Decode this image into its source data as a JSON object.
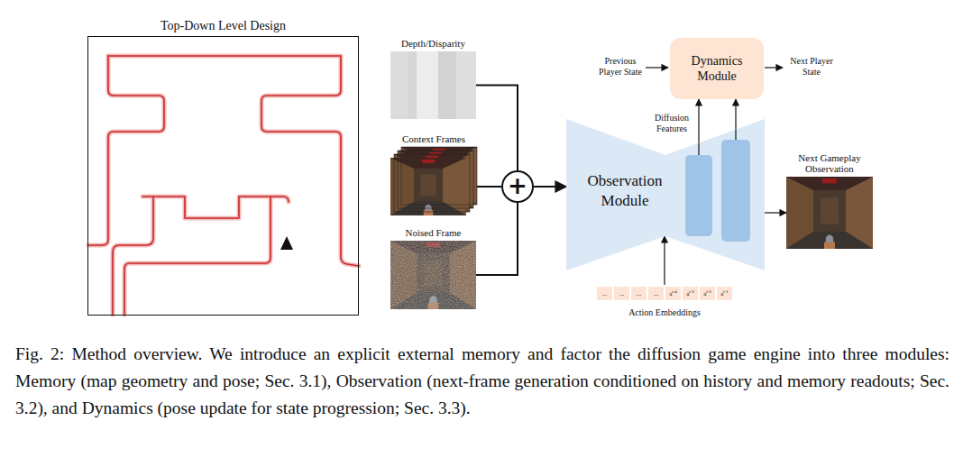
{
  "diagram": {
    "caption": "Fig. 2: Method overview. We introduce an explicit external memory and factor the diffusion game engine into three modules: Memory (map geometry and pose; Sec. 3.1), Observation (next-frame generation conditioned on history and memory readouts; Sec. 3.2), and Dynamics (pose update for state progression; Sec. 3.3).",
    "nodes": [
      {
        "text": [
          "Top-Down Level Design"
        ]
      },
      {
        "text": [
          "Depth/Disparity"
        ]
      },
      {
        "text": [
          "Context Frames"
        ]
      },
      {
        "text": [
          "Noised Frame"
        ]
      },
      {
        "text": [
          "+"
        ]
      },
      {
        "text": [
          "Observation Module"
        ]
      },
      {
        "text": [
          "Dynamics Module"
        ]
      },
      {
        "text": [
          "Next Gameplay Observation"
        ]
      },
      {
        "text": [
          "Action Embeddings"
        ]
      },
      {
        "text": [
          "..."
        ],
        "in": 8
      },
      {
        "text": [
          "..."
        ],
        "in": 8
      },
      {
        "text": [
          "..."
        ],
        "in": 8
      },
      {
        "text": [
          "..."
        ],
        "in": 8
      },
      {
        "text": [
          "a",
          "t-4"
        ],
        "in": 8
      },
      {
        "text": [
          "a",
          "t-3"
        ],
        "in": 8
      },
      {
        "text": [
          "a",
          "t-2"
        ],
        "in": 8
      },
      {
        "text": [
          "a",
          "t-1"
        ],
        "in": 8
      }
    ],
    "edges": [
      {
        "from": 1,
        "to": 4,
        "arrow": "none"
      },
      {
        "from": 2,
        "to": 4,
        "arrow": "none"
      },
      {
        "from": 3,
        "to": 4,
        "arrow": "none"
      },
      {
        "from": 4,
        "to": 5,
        "arrow": "to"
      },
      {
        "from": 5,
        "to": 7,
        "arrow": "to"
      },
      {
        "from": 5,
        "to": 6,
        "arrow": "to"
      },
      {
        "from": 5,
        "to": 6,
        "arrow": "to"
      },
      {
        "from": 8,
        "to": 5,
        "arrow": "to"
      }
    ],
    "labels": [
      "Diffusion Features",
      "Previous Player State",
      "Next Player State"
    ]
  }
}
